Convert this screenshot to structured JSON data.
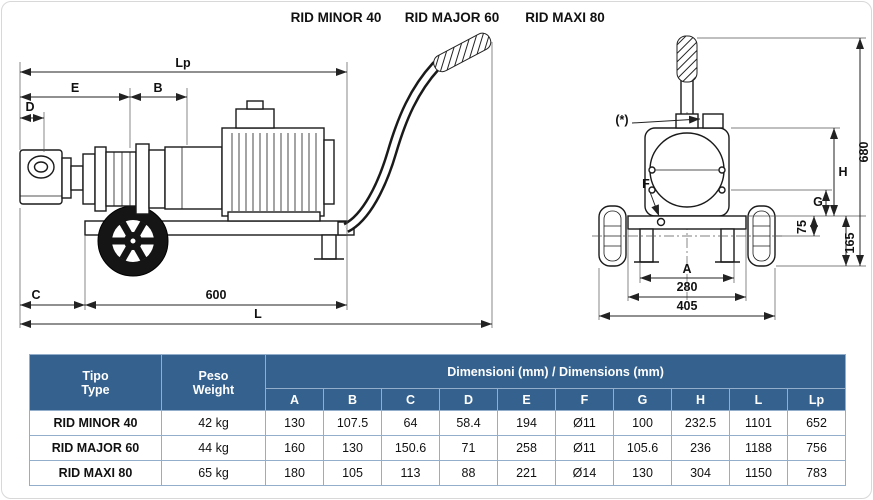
{
  "page": {
    "titles": [
      "RID MINOR 40",
      "RID MAJOR 60",
      "RID MAXI 80"
    ]
  },
  "side_view": {
    "labels": {
      "Lp": "Lp",
      "E": "E",
      "B": "B",
      "D": "D",
      "C": "C",
      "len600": "600",
      "L": "L"
    }
  },
  "front_view": {
    "labels": {
      "star": "(*)",
      "F": "F",
      "A": "A",
      "w280": "280",
      "w405": "405",
      "h680": "680",
      "H": "H",
      "G": "G",
      "h75": "75",
      "h165": "165"
    }
  },
  "table": {
    "headers": {
      "tipo": "Tipo",
      "type": "Type",
      "peso": "Peso",
      "weight": "Weight",
      "dimensions": "Dimensioni (mm) / Dimensions (mm)",
      "columns": [
        "A",
        "B",
        "C",
        "D",
        "E",
        "F",
        "G",
        "H",
        "L",
        "Lp"
      ]
    },
    "rows": [
      {
        "model": "RID MINOR 40",
        "weight": "42 kg",
        "values": [
          "130",
          "107.5",
          "64",
          "58.4",
          "194",
          "Ø11",
          "100",
          "232.5",
          "1101",
          "652"
        ]
      },
      {
        "model": "RID MAJOR 60",
        "weight": "44 kg",
        "values": [
          "160",
          "130",
          "150.6",
          "71",
          "258",
          "Ø11",
          "105.6",
          "236",
          "1188",
          "756"
        ]
      },
      {
        "model": "RID MAXI 80",
        "weight": "65 kg",
        "values": [
          "180",
          "105",
          "113",
          "88",
          "221",
          "Ø14",
          "130",
          "304",
          "1150",
          "783"
        ]
      }
    ]
  },
  "colors": {
    "header_blue": "#34618e",
    "border_blue": "#93aecb",
    "line": "#1a1a1a"
  }
}
